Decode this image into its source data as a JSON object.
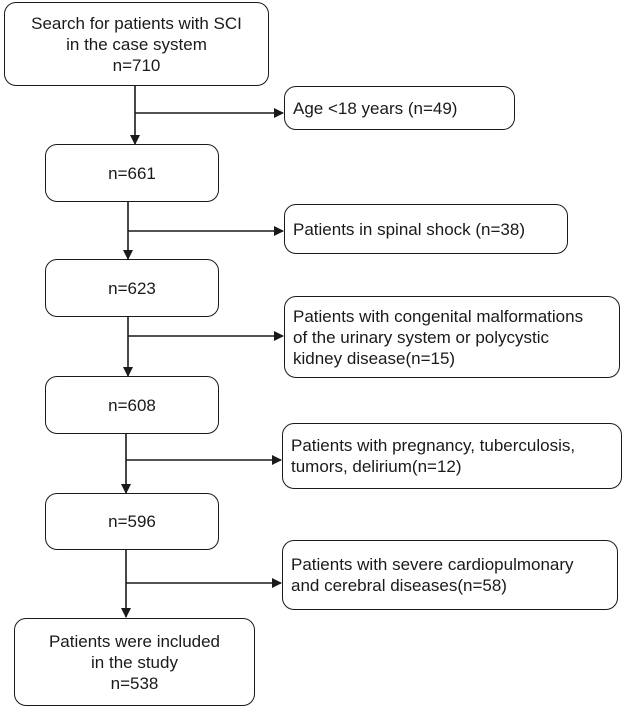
{
  "main_steps": [
    {
      "lines": [
        "Search for patients with SCI",
        "in the case system",
        "n=710"
      ]
    },
    {
      "lines": [
        "n=661"
      ]
    },
    {
      "lines": [
        "n=623"
      ]
    },
    {
      "lines": [
        "n=608"
      ]
    },
    {
      "lines": [
        "n=596"
      ]
    },
    {
      "lines": [
        "Patients were included",
        "in the study",
        "n=538"
      ]
    }
  ],
  "exclusions": [
    {
      "lines": [
        "Age <18 years (n=49)"
      ]
    },
    {
      "lines": [
        "Patients in spinal shock (n=38)"
      ]
    },
    {
      "lines": [
        "Patients with congenital malformations",
        "of the urinary system or polycystic",
        "kidney disease(n=15)"
      ]
    },
    {
      "lines": [
        "Patients with pregnancy, tuberculosis,",
        "tumors, delirium(n=12)"
      ]
    },
    {
      "lines": [
        "Patients with severe cardiopulmonary",
        "and cerebral diseases(n=58)"
      ]
    }
  ]
}
